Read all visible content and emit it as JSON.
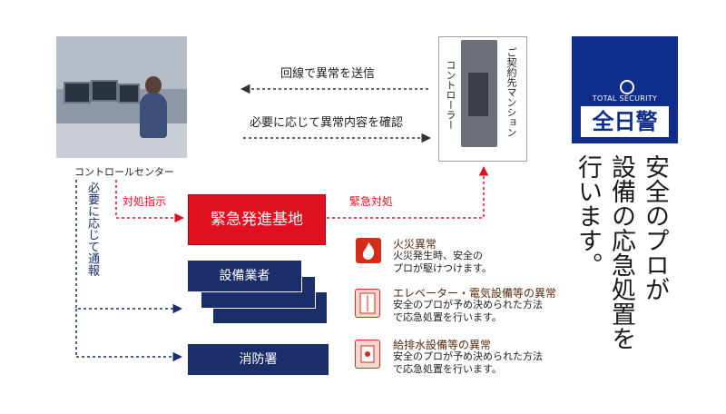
{
  "control_center": {
    "label": "コントロールセンター"
  },
  "controller": {
    "label": "コントローラー",
    "mansion_label": "ご契約先マンション"
  },
  "arrows": {
    "top": "回線で異常を送信",
    "bottom": "必要に応じて異常内容を確認",
    "dispatch": "対処指示",
    "emergency": "緊急対処",
    "notify": "必要に応じて通報"
  },
  "logo": {
    "subtitle": "TOTAL SECURITY",
    "name": "全日警"
  },
  "tagline": {
    "col1": "安全のプロが",
    "col2": "設備の応急処置を",
    "col3": "行います。"
  },
  "base": {
    "label": "緊急発進基地"
  },
  "vendors": {
    "label": "設備業者"
  },
  "fire_dept": {
    "label": "消防署"
  },
  "events": [
    {
      "icon": "fire-icon",
      "title": "火災異常",
      "desc1": "火災発生時、安全の",
      "desc2": "プロが駆けつけます。"
    },
    {
      "icon": "elevator-panel-icon",
      "title": "エレベーター・電気設備等の異常",
      "desc1": "安全のプロが予め決められた方法",
      "desc2": "で応急処置を行います。"
    },
    {
      "icon": "water-panel-icon",
      "title": "給排水設備等の異常",
      "desc1": "安全のプロが予め決められた方法",
      "desc2": "で応急処置を行います。"
    }
  ],
  "colors": {
    "red": "#e0101f",
    "navy": "#1a2e6c",
    "logo_blue": "#0f2d8a"
  }
}
